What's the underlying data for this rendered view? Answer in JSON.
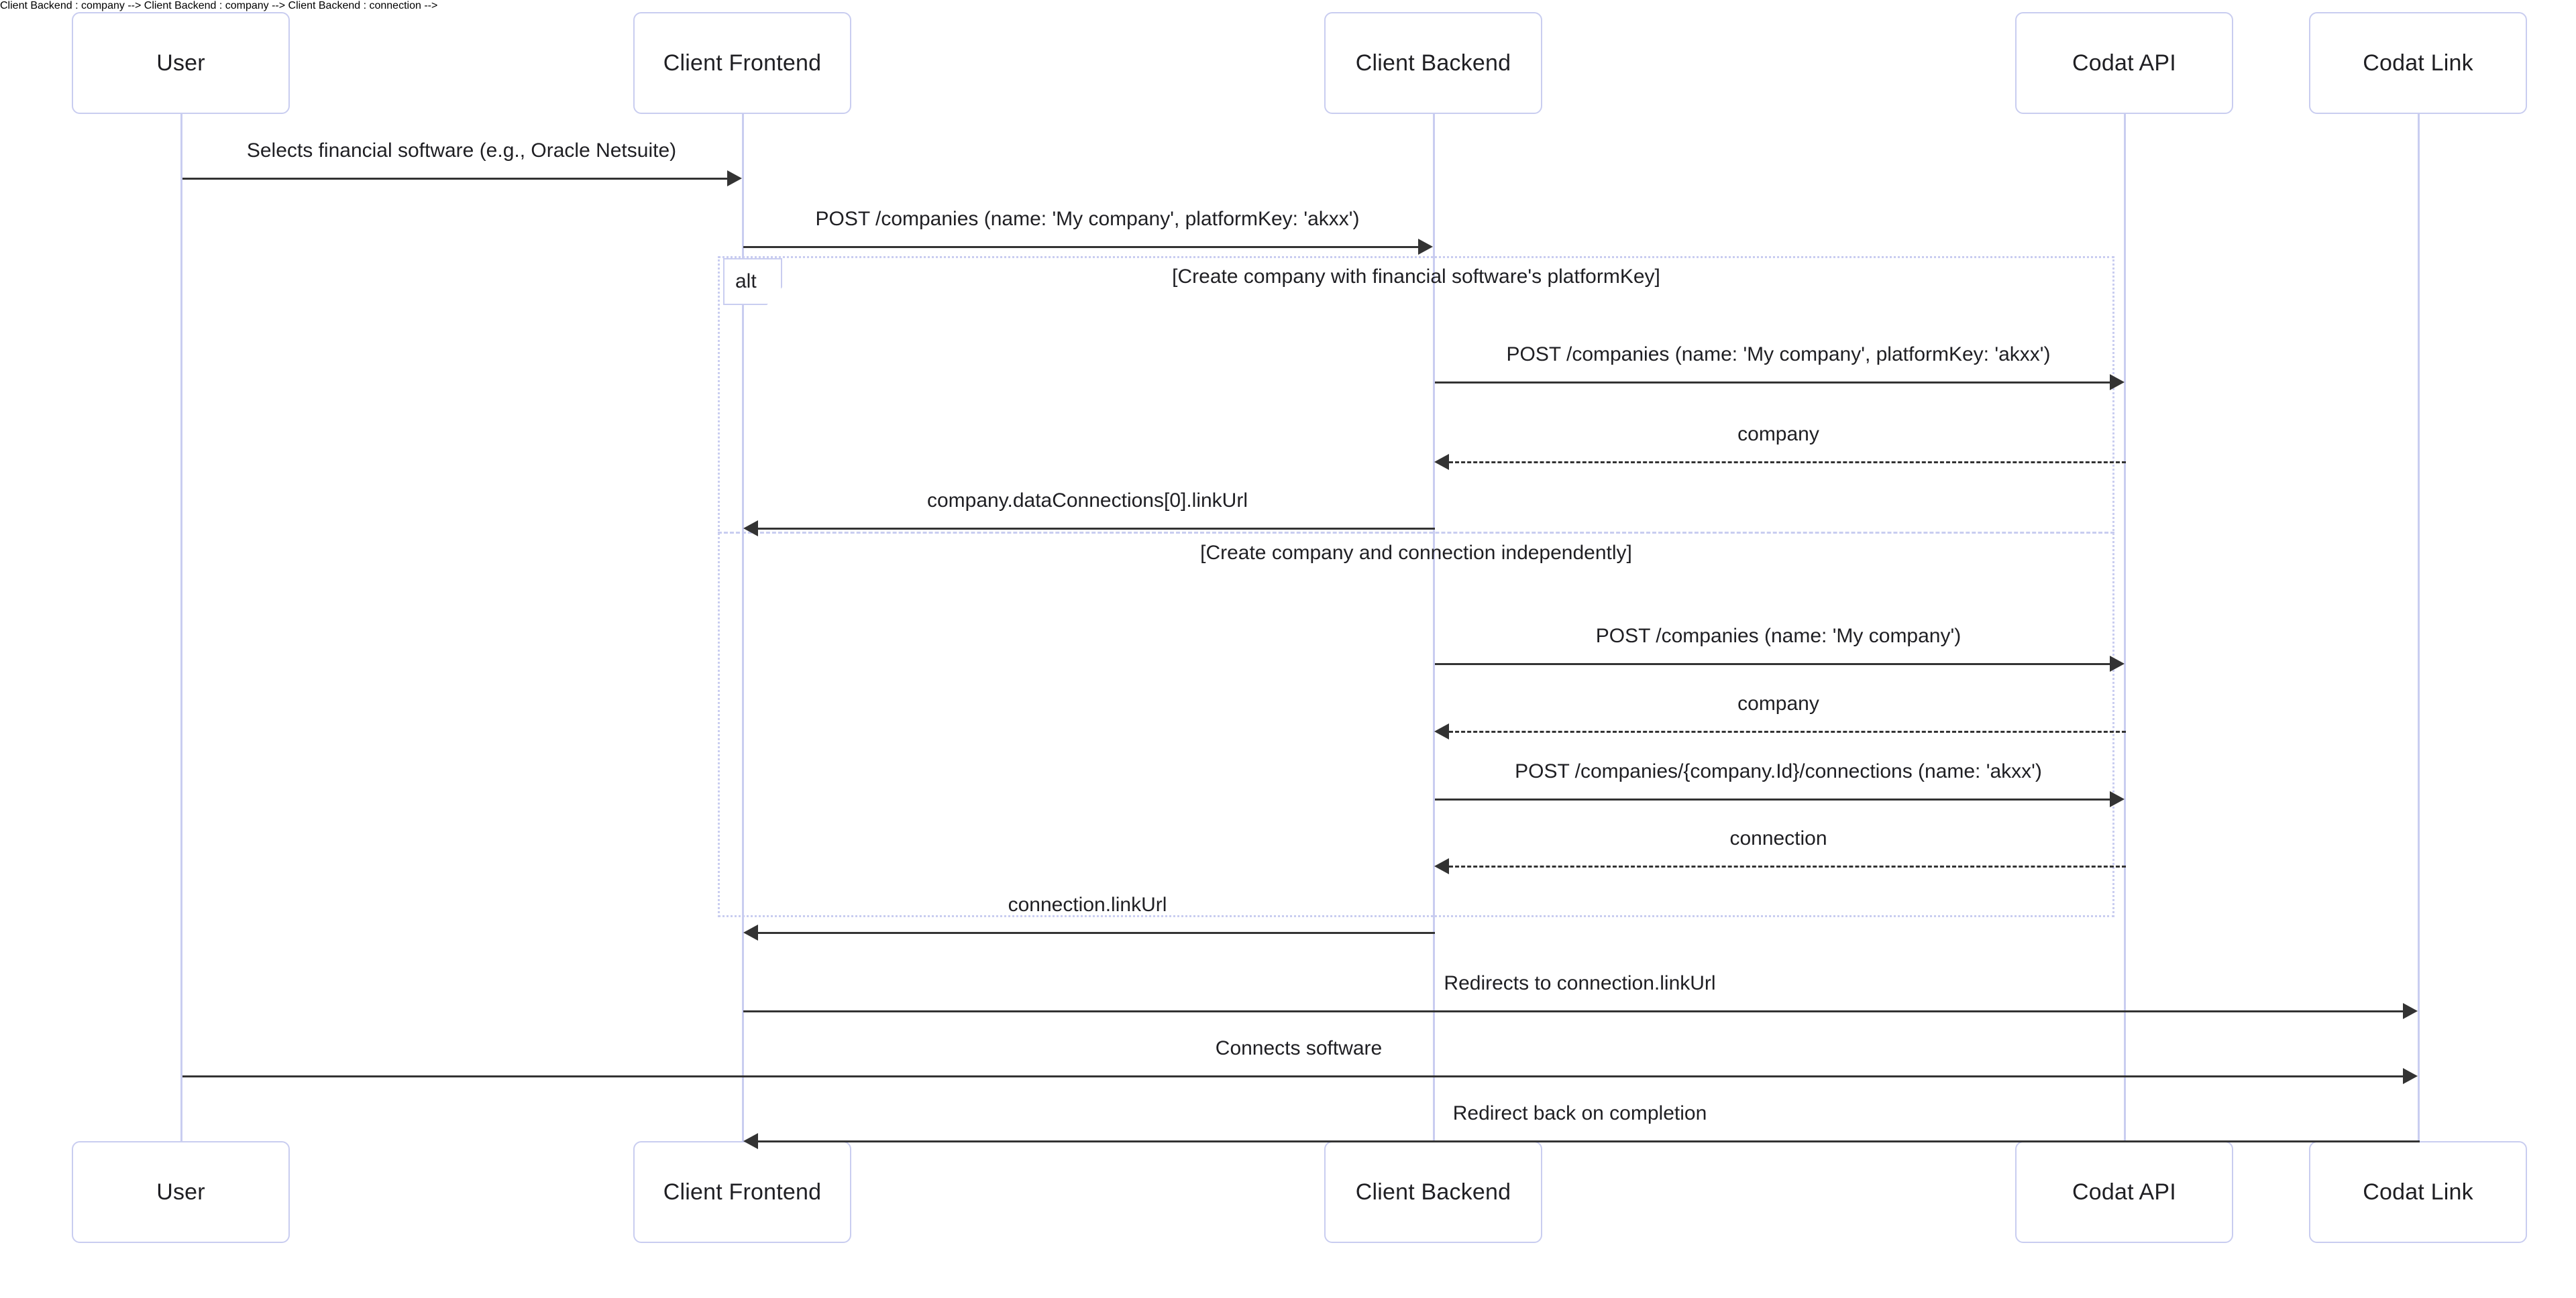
{
  "diagram": {
    "type": "sequence-diagram",
    "title": "",
    "colors": {
      "actor_border": "#c9cdf0",
      "lifeline": "#c9cdf0",
      "frame_border": "#c9cdf0",
      "arrow": "#333333",
      "text": "#1f1f23",
      "background": "#ffffff"
    },
    "participants": [
      {
        "id": "user",
        "label": "User"
      },
      {
        "id": "frontend",
        "label": "Client Frontend"
      },
      {
        "id": "backend",
        "label": "Client Backend"
      },
      {
        "id": "api",
        "label": "Codat API"
      },
      {
        "id": "link",
        "label": "Codat Link"
      }
    ],
    "fragment": {
      "kind_label": "alt",
      "sections": [
        {
          "condition": "[Create company with financial software's platformKey]"
        },
        {
          "condition": "[Create company and connection independently]"
        }
      ]
    },
    "messages": [
      {
        "index": 1,
        "from": "user",
        "to": "frontend",
        "label": "Selects financial software (e.g., Oracle Netsuite)",
        "style": "solid",
        "direction": "right"
      },
      {
        "index": 2,
        "from": "frontend",
        "to": "backend",
        "label": "POST /companies (name: 'My company', platformKey: 'akxx')",
        "style": "solid",
        "direction": "right"
      },
      {
        "index": 3,
        "from": "backend",
        "to": "api",
        "label": "POST /companies (name: 'My company', platformKey: 'akxx')",
        "style": "solid",
        "direction": "right"
      },
      {
        "index": 4,
        "from": "api",
        "to": "backend",
        "label": "company",
        "style": "dashed",
        "direction": "left"
      },
      {
        "index": 5,
        "from": "backend",
        "to": "frontend",
        "label": "company.dataConnections[0].linkUrl",
        "style": "solid",
        "direction": "left"
      },
      {
        "index": 6,
        "from": "backend",
        "to": "api",
        "label": "POST /companies (name: 'My company')",
        "style": "solid",
        "direction": "right"
      },
      {
        "index": 7,
        "from": "api",
        "to": "backend",
        "label": "company",
        "style": "dashed",
        "direction": "left"
      },
      {
        "index": 8,
        "from": "backend",
        "to": "api",
        "label": "POST /companies/{company.Id}/connections (name: 'akxx')",
        "style": "solid",
        "direction": "right"
      },
      {
        "index": 9,
        "from": "api",
        "to": "backend",
        "label": "connection",
        "style": "dashed",
        "direction": "left"
      },
      {
        "index": 10,
        "from": "backend",
        "to": "frontend",
        "label": "connection.linkUrl",
        "style": "solid",
        "direction": "left"
      },
      {
        "index": 11,
        "from": "frontend",
        "to": "link",
        "label": "Redirects to connection.linkUrl",
        "style": "solid",
        "direction": "right"
      },
      {
        "index": 12,
        "from": "user",
        "to": "link",
        "label": "Connects software",
        "style": "solid",
        "direction": "right"
      },
      {
        "index": 13,
        "from": "link",
        "to": "frontend",
        "label": "Redirect back on completion",
        "style": "solid",
        "direction": "left"
      }
    ]
  }
}
